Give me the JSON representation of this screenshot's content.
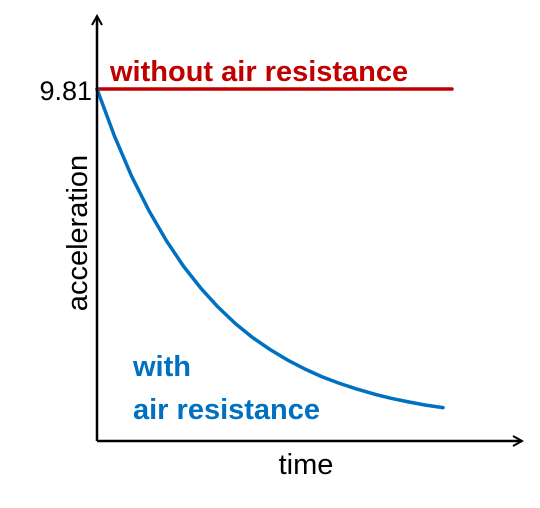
{
  "chart_data": {
    "type": "line",
    "xlabel": "time",
    "ylabel": "acceleration",
    "y_ticks": [
      {
        "value": 9.81,
        "label": "9.81"
      }
    ],
    "ylim": [
      0,
      10.9
    ],
    "xlim": [
      0,
      10
    ],
    "grid": false,
    "legend": "none",
    "series": [
      {
        "name": "without air resistance",
        "label_lines": [
          "without air resistance"
        ],
        "color": "#C00000",
        "x": [
          0,
          10
        ],
        "y": [
          9.81,
          9.81
        ]
      },
      {
        "name": "with air resistance",
        "label_lines": [
          "with",
          "air resistance"
        ],
        "color": "#0070C0",
        "x": [
          0,
          0.5,
          1,
          1.5,
          2,
          2.5,
          3,
          3.5,
          4,
          4.5,
          5,
          5.5,
          6,
          6.5,
          7,
          7.5,
          8,
          8.5,
          9,
          9.5,
          10
        ],
        "y": [
          9.81,
          8.51,
          7.38,
          6.42,
          5.59,
          4.87,
          4.26,
          3.73,
          3.27,
          2.88,
          2.55,
          2.26,
          2.01,
          1.79,
          1.61,
          1.45,
          1.31,
          1.19,
          1.09,
          1.0,
          0.93
        ]
      }
    ]
  }
}
